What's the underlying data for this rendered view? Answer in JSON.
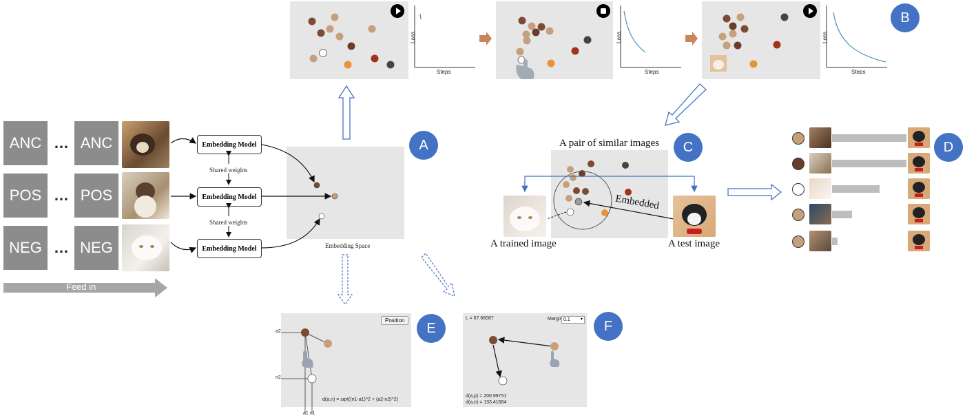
{
  "left": {
    "rows": [
      {
        "first": "ANC",
        "second": "ANC"
      },
      {
        "first": "POS",
        "second": "POS"
      },
      {
        "first": "NEG",
        "second": "NEG"
      }
    ],
    "ellipsis": "…",
    "feed_label": "Feed in"
  },
  "model": {
    "box_label": "Embedding Model",
    "shared_weights": "Shared weights",
    "space_label": "Embedding Space"
  },
  "badges": {
    "a": "A",
    "b": "B",
    "c": "C",
    "d": "D",
    "e": "E",
    "f": "F"
  },
  "training": {
    "y_label": "Loss",
    "x_label": "Steps"
  },
  "panel_c": {
    "title": "A pair of similar images",
    "embedded": "Embedded",
    "trained_caption": "A trained image",
    "test_caption": "A test image"
  },
  "panel_d": {
    "bar_fractions": [
      1.0,
      1.0,
      0.64,
      0.27,
      0.07
    ]
  },
  "panel_e": {
    "button": "Position",
    "a2": "a2",
    "n2": "n2",
    "bottom": "a1 n1",
    "formula": "d(a,n) = sqrt((n1-a1)^2 + (a2-n2)^2)"
  },
  "panel_f": {
    "loss": "L = 67.68087",
    "margin_label": "Margin",
    "margin_value": "0.1",
    "dap": "d(a,p) = 200.99751",
    "dan": "d(a,n) = 133.41664"
  },
  "colors": {
    "panel": "#e6e6e6",
    "badge": "#4472c4",
    "arrow_brown": "#c8865a",
    "curve": "#4a90c2"
  }
}
